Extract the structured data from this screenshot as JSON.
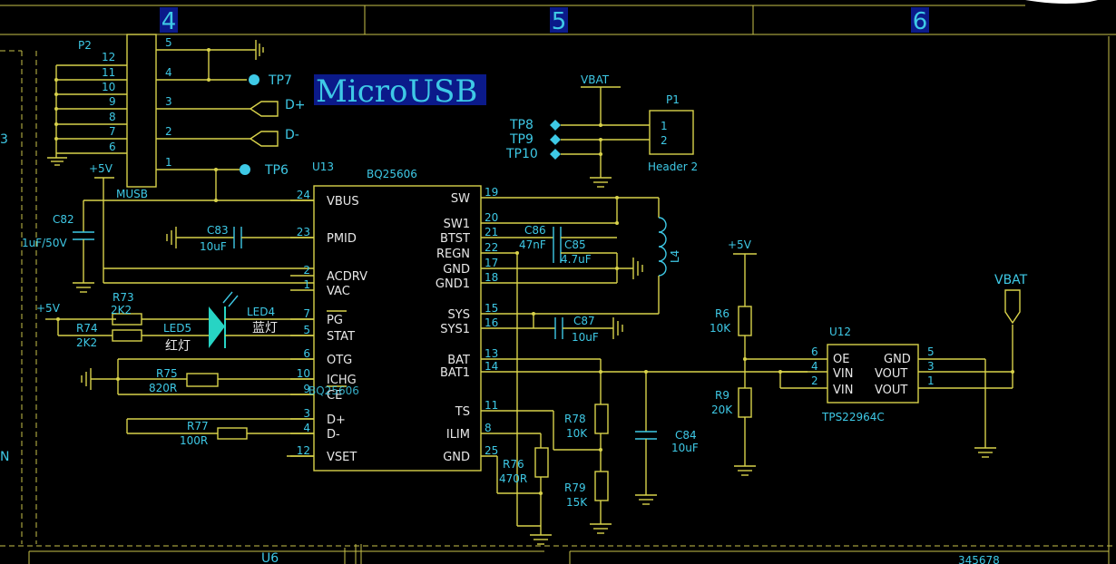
{
  "frame": {
    "col_labels": [
      "4",
      "5",
      "6"
    ]
  },
  "title": "MicroUSB",
  "p2": {
    "ref": "P2",
    "value": "MUSB",
    "pins_left": [
      "12",
      "11",
      "10",
      "9",
      "8",
      "7",
      "6"
    ],
    "pins_right": [
      "5",
      "4",
      "3",
      "2",
      "1"
    ]
  },
  "testpoints": {
    "tp7": "TP7",
    "tp6": "TP6",
    "tp8": "TP8",
    "tp9": "TP9",
    "tp10": "TP10"
  },
  "nets": {
    "dplus": "D+",
    "dminus": "D-",
    "vbat1": "VBAT",
    "vbat2": "VBAT",
    "p5v_a": "+5V",
    "p5v_b": "+5V",
    "p5v_c": "+5V"
  },
  "p1": {
    "ref": "P1",
    "value": "Header 2",
    "pin1": "1",
    "pin2": "2"
  },
  "u13": {
    "ref": "U13",
    "value": "BQ25606",
    "value_overlay": "BQ25606",
    "left_pins": [
      {
        "num": "24",
        "name": "VBUS"
      },
      {
        "num": "23",
        "name": "PMID"
      },
      {
        "num": "2",
        "name": "ACDRV"
      },
      {
        "num": "1",
        "name": "VAC"
      },
      {
        "num": "7",
        "name": "PG"
      },
      {
        "num": "5",
        "name": "STAT"
      },
      {
        "num": "6",
        "name": "OTG"
      },
      {
        "num": "10",
        "name": "ICHG"
      },
      {
        "num": "9",
        "name": "CE"
      },
      {
        "num": "3",
        "name": "D+"
      },
      {
        "num": "4",
        "name": "D-"
      },
      {
        "num": "12",
        "name": "VSET"
      }
    ],
    "right_pins": [
      {
        "num": "19",
        "name": "SW"
      },
      {
        "num": "20",
        "name": "SW1"
      },
      {
        "num": "21",
        "name": "BTST"
      },
      {
        "num": "22",
        "name": "REGN"
      },
      {
        "num": "17",
        "name": "GND"
      },
      {
        "num": "18",
        "name": "GND1"
      },
      {
        "num": "15",
        "name": "SYS"
      },
      {
        "num": "16",
        "name": "SYS1"
      },
      {
        "num": "13",
        "name": "BAT"
      },
      {
        "num": "14",
        "name": "BAT1"
      },
      {
        "num": "11",
        "name": "TS"
      },
      {
        "num": "8",
        "name": "ILIM"
      },
      {
        "num": "25",
        "name": "GND"
      }
    ]
  },
  "caps": {
    "c82": {
      "ref": "C82",
      "value": "1uF/50V"
    },
    "c83": {
      "ref": "C83",
      "value": "10uF"
    },
    "c86": {
      "ref": "C86",
      "value": "47nF"
    },
    "c85": {
      "ref": "C85",
      "value": "4.7uF"
    },
    "c87": {
      "ref": "C87",
      "value": "10uF"
    },
    "c84": {
      "ref": "C84",
      "value": "10uF"
    }
  },
  "resistors": {
    "r73": {
      "ref": "R73",
      "value": "2K2"
    },
    "r74": {
      "ref": "R74",
      "value": "2K2"
    },
    "r75": {
      "ref": "R75",
      "value": "820R"
    },
    "r77": {
      "ref": "R77",
      "value": "100R"
    },
    "r76": {
      "ref": "R76",
      "value": "470R"
    },
    "r78": {
      "ref": "R78",
      "value": "10K"
    },
    "r79": {
      "ref": "R79",
      "value": "15K"
    },
    "r6": {
      "ref": "R6",
      "value": "10K"
    },
    "r9": {
      "ref": "R9",
      "value": "20K"
    }
  },
  "leds": {
    "led4": {
      "ref": "LED4",
      "value": "蓝灯"
    },
    "led5": {
      "ref": "LED5",
      "value": "红灯"
    }
  },
  "inductor": {
    "ref": "L4"
  },
  "u12": {
    "ref": "U12",
    "value": "TPS22964C",
    "left_pins": [
      {
        "num": "6",
        "name": "OE"
      },
      {
        "num": "4",
        "name": "VIN"
      },
      {
        "num": "2",
        "name": "VIN"
      }
    ],
    "right_pins": [
      {
        "num": "5",
        "name": "GND"
      },
      {
        "num": "3",
        "name": "VOUT"
      },
      {
        "num": "1",
        "name": "VOUT"
      }
    ]
  },
  "edge": {
    "left_3": "3",
    "left_n": "N",
    "u6": "U6",
    "digits": "345678"
  }
}
